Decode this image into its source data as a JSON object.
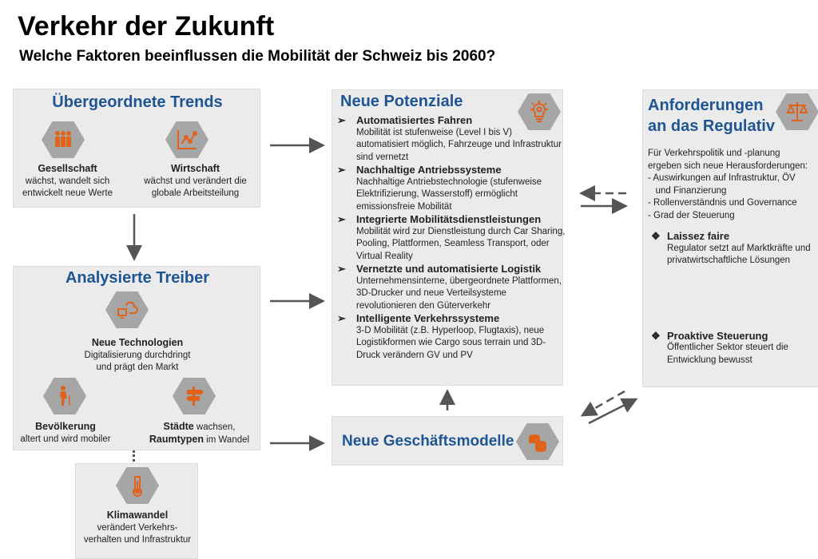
{
  "title": "Verkehr der Zukunft",
  "subtitle": "Welche Faktoren beeinflussen die Mobilität der Schweiz bis 2060?",
  "trends": {
    "heading": "Übergeordnete Trends",
    "items": [
      {
        "label": "Gesellschaft",
        "desc1": "wächst, wandelt sich",
        "desc2": "entwickelt neue Werte",
        "icon": "people-icon"
      },
      {
        "label": "Wirtschaft",
        "desc1": "wächst und verändert die",
        "desc2": "globale Arbeitsteilung",
        "icon": "chart-icon"
      }
    ]
  },
  "treiber": {
    "heading": "Analysierte Treiber",
    "tech": {
      "label": "Neue Technologien",
      "desc1": "Digitalisierung durchdringt",
      "desc2": "und prägt den Markt"
    },
    "bev": {
      "label": "Bevölkerung",
      "desc": "altert und wird mobiler"
    },
    "staedte": {
      "label": "Städte",
      "desc1": " wachsen,",
      "label2": "Raumtypen",
      "desc2": " im Wandel"
    }
  },
  "klima": {
    "label": "Klimawandel",
    "desc1": "verändert Verkehrs-",
    "desc2": "verhalten und Infrastruktur"
  },
  "potenziale": {
    "heading": "Neue Potenziale",
    "items": [
      {
        "title": "Automatisiertes Fahren",
        "text": "Mobilität ist stufenweise (Level I bis V) automatisiert möglich, Fahrzeuge und Infrastruktur sind vernetzt"
      },
      {
        "title": "Nachhaltige Antriebssysteme",
        "text": "Nachhaltige Antriebstechnologie (stufenweise Elektrifizierung, Wasserstoff) ermöglicht emissionsfreie Mobilität"
      },
      {
        "title": "Integrierte Mobilitätsdienstleistungen",
        "text": "Mobilität wird zur Dienstleistung durch Car Sharing, Pooling, Plattformen, Seamless Transport, oder Virtual Reality"
      },
      {
        "title": "Vernetzte und automatisierte Logistik",
        "text": "Unternehmensinterne, übergeordnete Plattformen, 3D-Drucker und neue Verteilsysteme revolutionieren den Güterverkehr"
      },
      {
        "title": "Intelligente Verkehrssysteme",
        "text": "3-D Mobilität (z.B. Hyperloop, Flugtaxis), neue Logistikformen wie Cargo sous terrain und 3D-Druck verändern GV und PV"
      }
    ]
  },
  "geschaeft": {
    "heading": "Neue Geschäftsmodelle"
  },
  "regulativ": {
    "heading1": "Anforderungen",
    "heading2": "an das Regulativ",
    "intro": [
      "Für Verkehrspolitik und -planung",
      "ergeben sich neue Herausforderungen:",
      "- Auswirkungen auf Infrastruktur, ÖV",
      "   und Finanzierung",
      "- Rollenverständnis und Governance",
      "- Grad der Steuerung"
    ],
    "options": [
      {
        "title": "Laissez faire",
        "text": "Regulator setzt auf Marktkräfte und privatwirtschaftliche Lösungen"
      },
      {
        "title": "Proaktive Steuerung",
        "text": "Öffentlicher Sektor steuert die Entwicklung bewusst"
      }
    ]
  },
  "colors": {
    "accent": "#e0631c",
    "heading": "#1f5592",
    "box": "#ebebeb",
    "hex": "#a6a6a6"
  }
}
